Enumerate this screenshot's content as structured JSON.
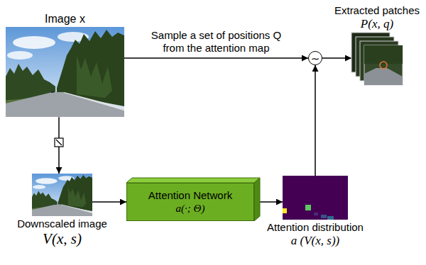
{
  "diagram": {
    "nodes": [
      {
        "text": [
          "Image x"
        ]
      },
      {
        "text": [
          "Downscaled image",
          "V(x, s)"
        ]
      },
      {
        "text": [
          "Attention Network",
          "a(·; Θ)"
        ]
      },
      {
        "text": [
          "Attention distribution",
          "a (V(x, s))"
        ]
      },
      {
        "text": [
          "∼"
        ]
      },
      {
        "text": [
          "Extracted patches",
          "P(x, q)"
        ]
      }
    ],
    "edges": [
      {
        "from": 0,
        "to": 4,
        "arrow": "to",
        "label": "Sample a set of positions Q from the attention map"
      },
      {
        "from": 0,
        "to": 1,
        "arrow": "to"
      },
      {
        "from": 1,
        "to": 2,
        "arrow": "to"
      },
      {
        "from": 2,
        "to": 3,
        "arrow": "to"
      },
      {
        "from": 3,
        "to": 4,
        "arrow": "to"
      },
      {
        "from": 4,
        "to": 5,
        "arrow": "to"
      }
    ]
  }
}
